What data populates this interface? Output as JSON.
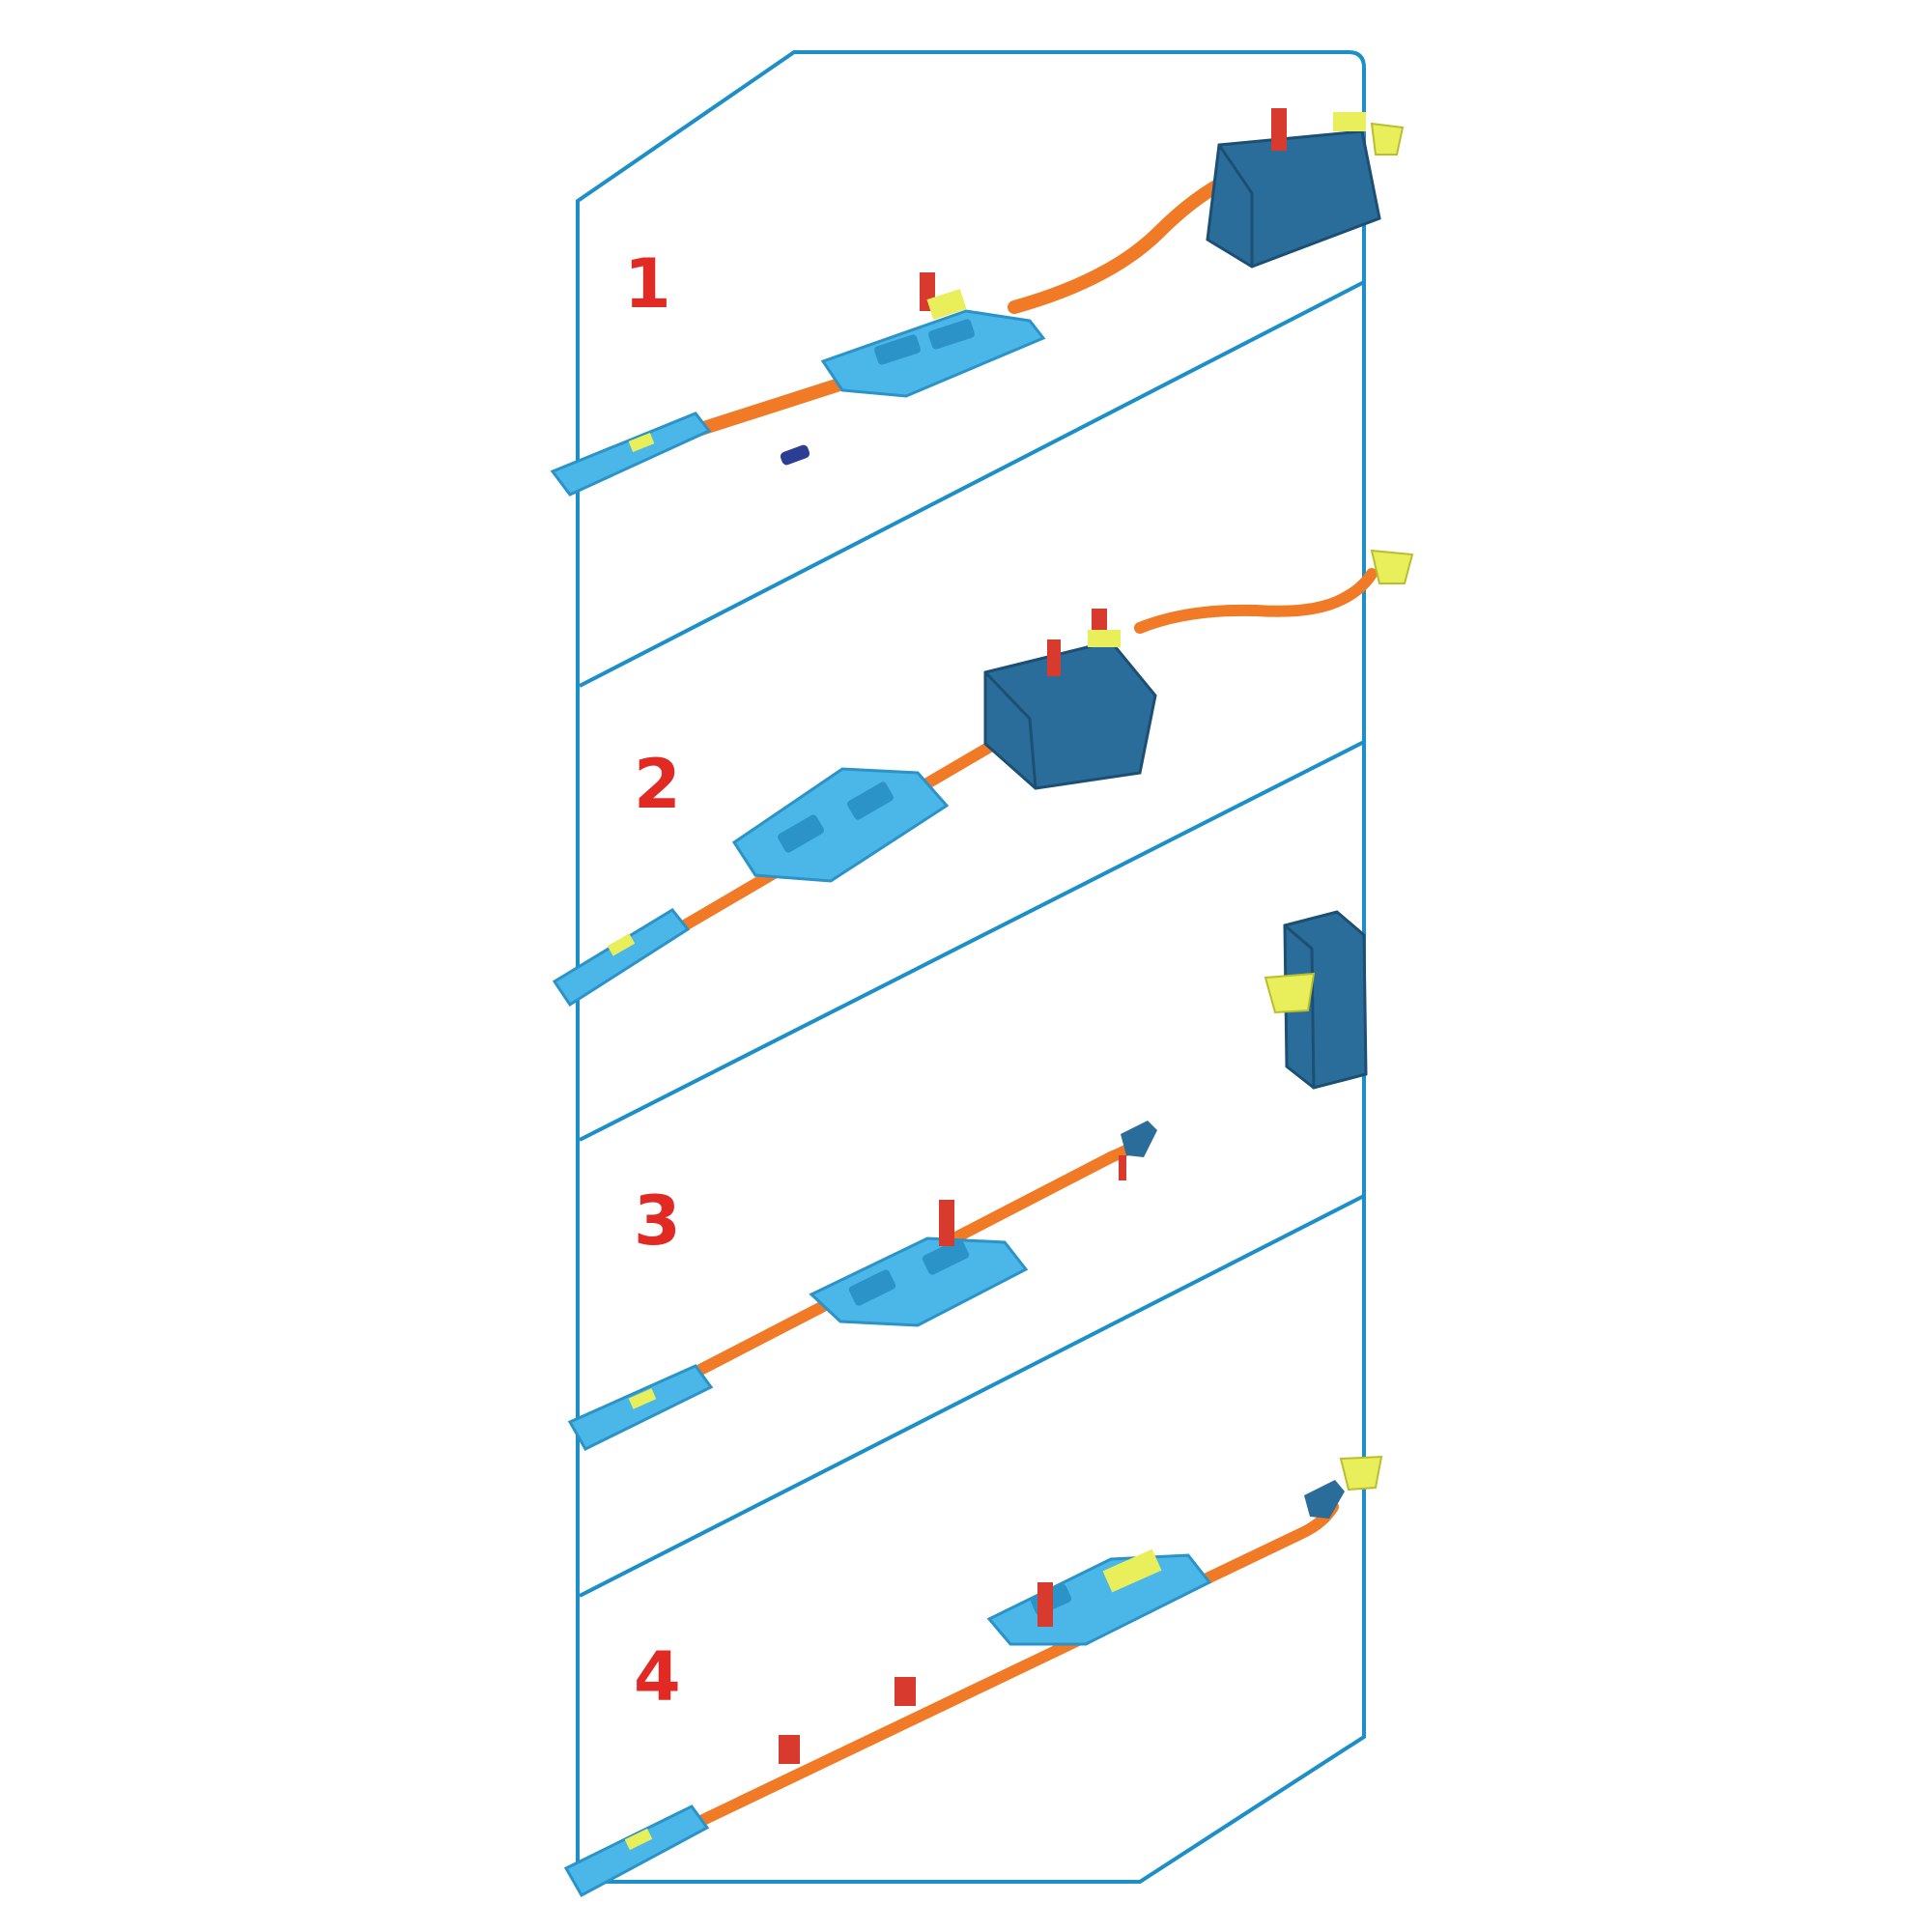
{
  "panel": {
    "frame_color": "#1c8fc9"
  },
  "steps": [
    {
      "number": "1"
    },
    {
      "number": "2"
    },
    {
      "number": "3"
    },
    {
      "number": "4"
    }
  ],
  "colors": {
    "number": "#e22a25",
    "track": "#f07a25",
    "track_dark": "#c85a12",
    "piece_light": "#4ab7e8",
    "piece_light_dark": "#2b93c8",
    "box": "#2b6d9a",
    "box_dark": "#1c4f74",
    "cup": "#e9ef5a",
    "accent_red": "#d83a2e"
  }
}
